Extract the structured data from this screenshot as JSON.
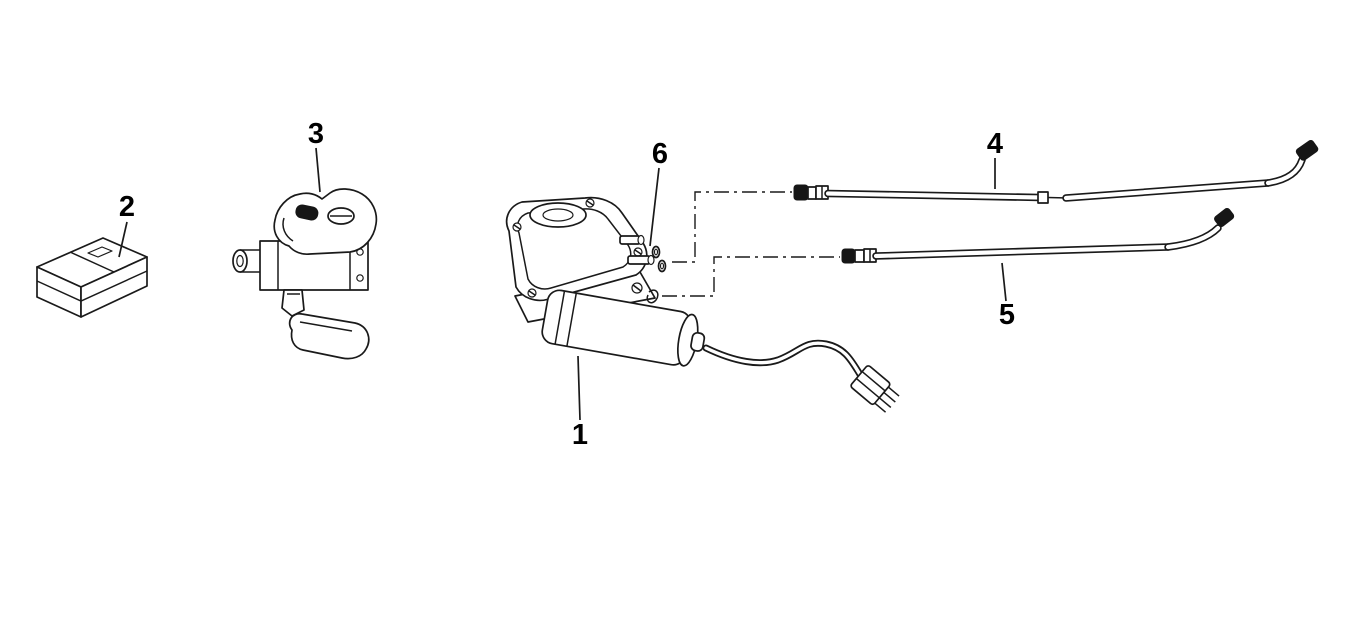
{
  "diagram": {
    "type": "exploded-parts-diagram",
    "colors": {
      "background": "#ffffff",
      "line": "#1a1a1a",
      "fill_dark": "#161616",
      "label_text": "#000000"
    },
    "labels": {
      "part1": "1",
      "part2": "2",
      "part3": "3",
      "part4": "4",
      "part5": "5",
      "part6": "6"
    }
  }
}
